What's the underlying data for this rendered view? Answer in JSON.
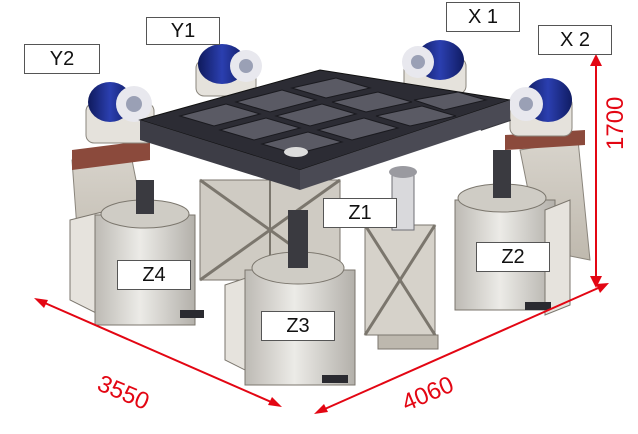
{
  "labels": {
    "y1": "Y1",
    "y2": "Y2",
    "x1": "X 1",
    "x2": "X 2",
    "z1": "Z1",
    "z2": "Z2",
    "z3": "Z3",
    "z4": "Z4"
  },
  "dimensions": {
    "width": "3550",
    "length": "4060",
    "height": "1700"
  },
  "colors": {
    "dimension_red": "#e30613",
    "motor_blue": "#1f2f8a",
    "frame_dark": "#2c2c34",
    "housing_grey": "#d9d6d0"
  }
}
